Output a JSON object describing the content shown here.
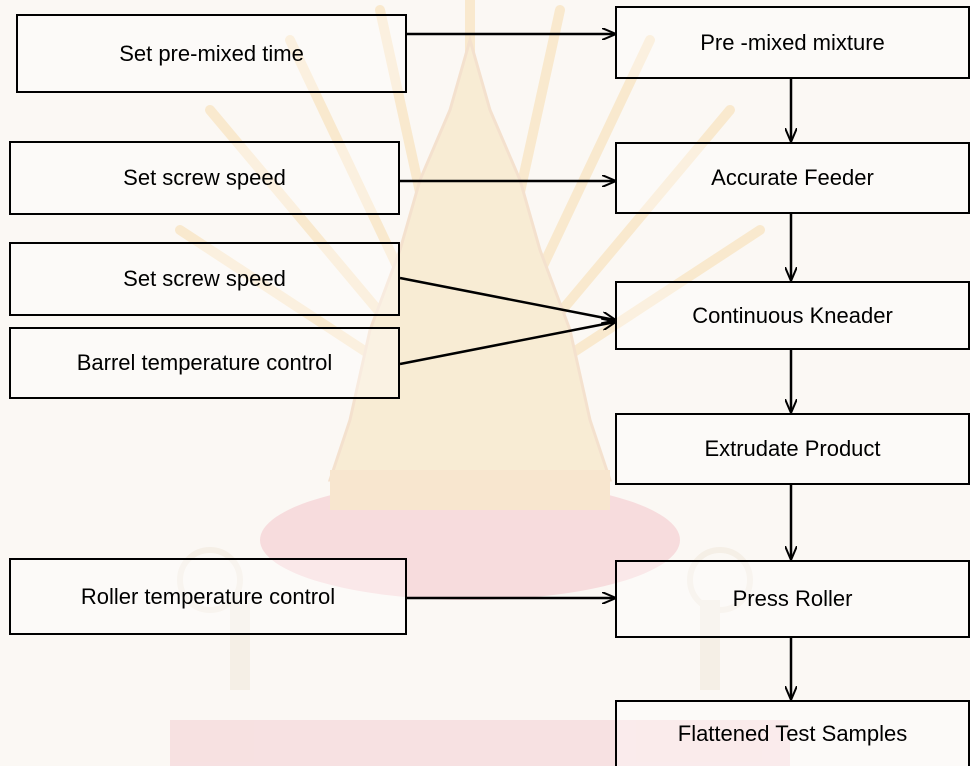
{
  "colors": {
    "line": "#000000",
    "box_border": "#000000",
    "text": "#000000",
    "watermark": "#f4c0a0",
    "watermark_text": "#e8a8b0"
  },
  "watermark": {
    "icon": "university-emblem-watermark"
  },
  "inputs": {
    "premix_time": "Set pre-mixed time",
    "screw_speed_feeder": "Set screw speed",
    "screw_speed_kneader": "Set screw speed",
    "barrel_temp": "Barrel temperature control",
    "roller_temp": "Roller temperature control"
  },
  "process": {
    "premixed": "Pre -mixed mixture",
    "feeder": "Accurate Feeder",
    "kneader": "Continuous Kneader",
    "extrudate": "Extrudate Product",
    "press_roller": "Press Roller",
    "samples": "Flattened Test Samples"
  }
}
